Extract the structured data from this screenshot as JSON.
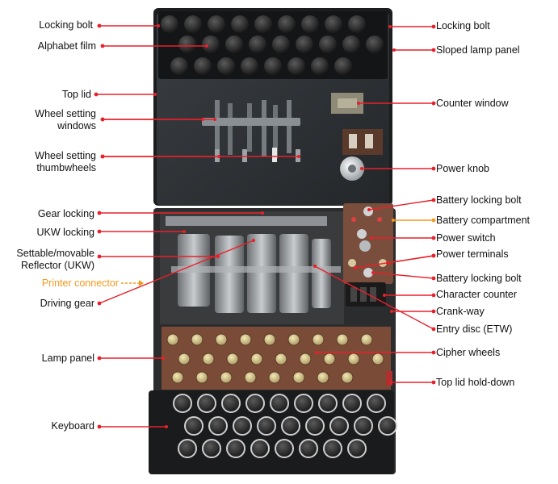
{
  "colors": {
    "leader": "#e8202a",
    "orange": "#f39a1e",
    "text": "#111111"
  },
  "labels": {
    "locking_bolt_left": "Locking bolt",
    "alphabet_film": "Alphabet film",
    "top_lid": "Top lid",
    "wheel_setting_windows_1": "Wheel setting",
    "wheel_setting_windows_2": "windows",
    "wheel_setting_thumbwheels_1": "Wheel setting",
    "wheel_setting_thumbwheels_2": "thumbwheels",
    "gear_locking": "Gear locking",
    "ukw_locking": "UKW locking",
    "reflector_1": "Settable/movable",
    "reflector_2": "Reflector (UKW)",
    "printer_connector": "Printer connector",
    "driving_gear": "Driving gear",
    "lamp_panel": "Lamp panel",
    "keyboard": "Keyboard",
    "locking_bolt_right": "Locking bolt",
    "sloped_lamp_panel": "Sloped lamp panel",
    "counter_window": "Counter window",
    "power_knob": "Power knob",
    "battery_locking_bolt_top": "Battery locking bolt",
    "battery_compartment": "Battery compartment",
    "power_switch": "Power switch",
    "power_terminals": "Power terminals",
    "battery_locking_bolt_bottom": "Battery locking bolt",
    "character_counter": "Character counter",
    "crank_way": "Crank-way",
    "entry_disc": "Entry disc (ETW)",
    "cipher_wheels": "Cipher wheels",
    "top_lid_hold_down": "Top lid hold-down"
  }
}
